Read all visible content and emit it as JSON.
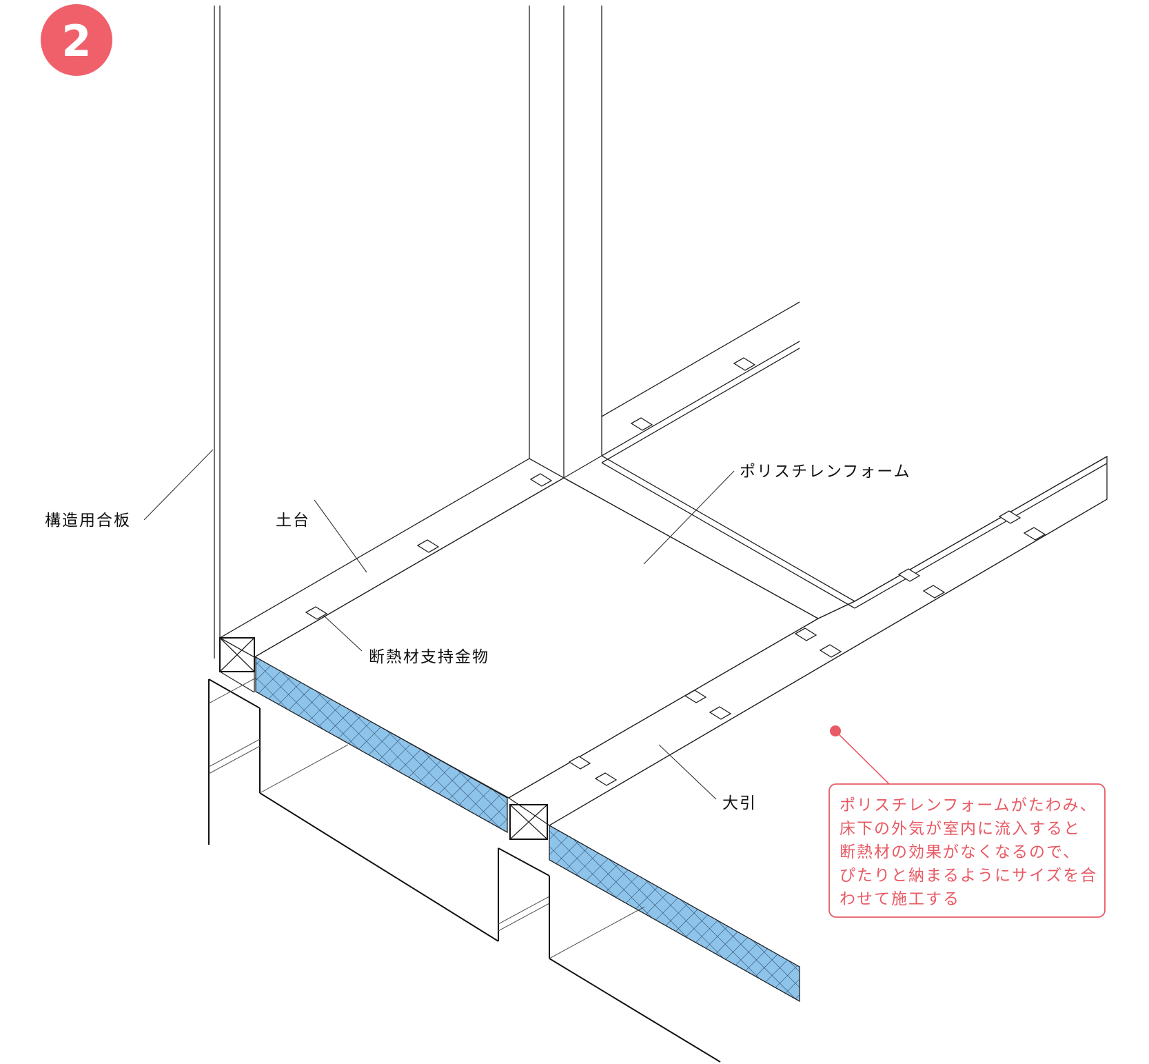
{
  "step_badge": {
    "number": "2",
    "color": "#f0606b"
  },
  "labels": {
    "structural_plywood": "構造用合板",
    "sill": "土台",
    "polystyrene_foam": "ポリスチレンフォーム",
    "insulation_bracket": "断熱材支持金物",
    "floor_beam": "大引"
  },
  "note": {
    "color": "#e85a64",
    "lines": [
      "ポリスチレンフォームがたわみ、",
      "床下の外気が室内に流入すると",
      "断熱材の効果がなくなるので、",
      "ぴたりと納まるようにサイズを合",
      "わせて施工する"
    ]
  },
  "insulation_fill_color": "#8ec3ea"
}
